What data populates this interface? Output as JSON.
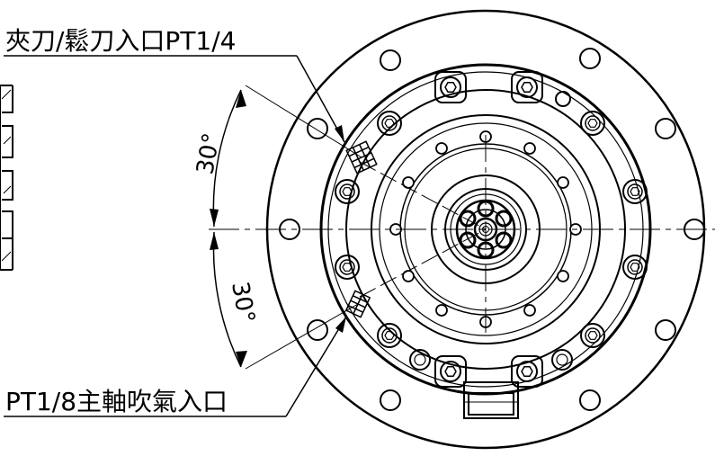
{
  "callouts": {
    "top_label": "夾刀/鬆刀入口PT1/4",
    "bottom_label": "PT1/8主軸吹氣入口"
  },
  "dimensions": {
    "upper_angle": "30°",
    "lower_angle": "30°"
  },
  "colors": {
    "line": "#000000",
    "background": "#ffffff"
  }
}
